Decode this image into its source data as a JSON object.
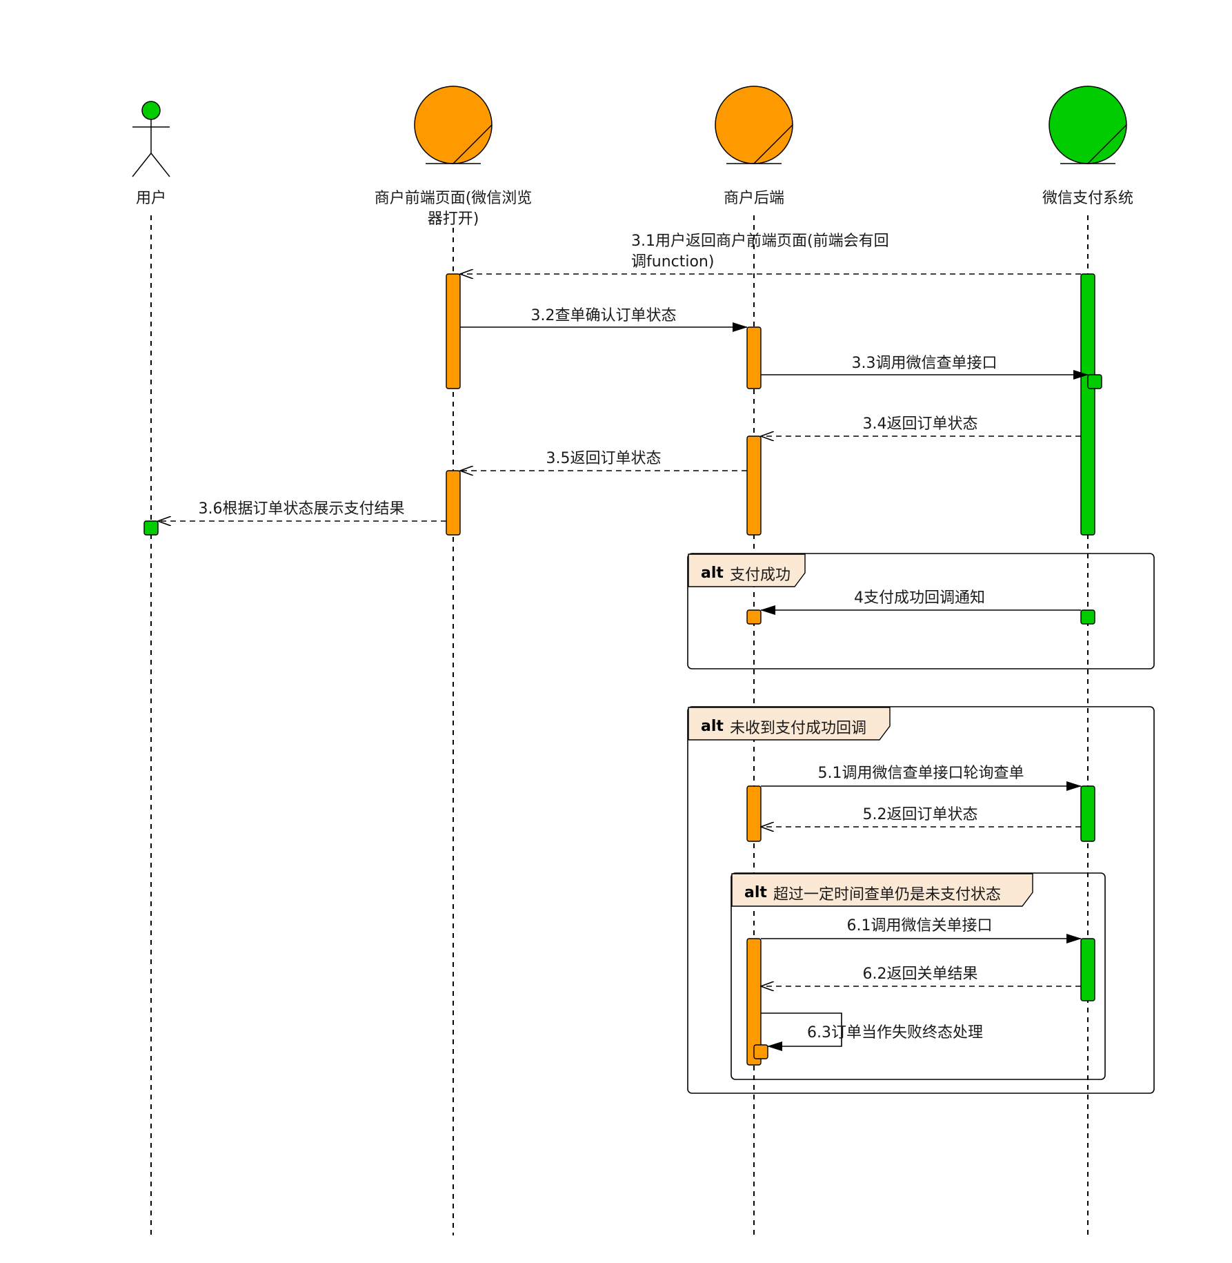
{
  "colors": {
    "orange": "#ff9900",
    "green": "#00cc00",
    "frame_fill": "#fbe9d6",
    "line": "#000000"
  },
  "participants": [
    {
      "id": "user",
      "label_lines": [
        "用户"
      ],
      "icon": "actor-icon",
      "color": "#00cc00"
    },
    {
      "id": "frontend",
      "label_lines": [
        "商户前端页面(微信浏览",
        "器打开)"
      ],
      "icon": "control-icon",
      "color": "#ff9900"
    },
    {
      "id": "backend",
      "label_lines": [
        "商户后端"
      ],
      "icon": "control-icon",
      "color": "#ff9900"
    },
    {
      "id": "wechat",
      "label_lines": [
        "微信支付系统"
      ],
      "icon": "control-icon",
      "color": "#00cc00"
    }
  ],
  "frames": [
    {
      "id": "alt-success",
      "keyword": "alt",
      "condition": "支付成功"
    },
    {
      "id": "alt-no-callback",
      "keyword": "alt",
      "condition": "未收到支付成功回调"
    },
    {
      "id": "alt-timeout",
      "keyword": "alt",
      "condition": "超过一定时间查单仍是未支付状态"
    }
  ],
  "messages": [
    {
      "id": "m31",
      "from": "wechat",
      "to": "frontend",
      "type": "return",
      "label_lines": [
        "3.1用户返回商户前端页面(前端会有回",
        "调function)"
      ]
    },
    {
      "id": "m32",
      "from": "frontend",
      "to": "backend",
      "type": "sync",
      "label_lines": [
        "3.2查单确认订单状态"
      ]
    },
    {
      "id": "m33",
      "from": "backend",
      "to": "wechat",
      "type": "sync",
      "label_lines": [
        "3.3调用微信查单接口"
      ]
    },
    {
      "id": "m34",
      "from": "wechat",
      "to": "backend",
      "type": "return",
      "label_lines": [
        "3.4返回订单状态"
      ]
    },
    {
      "id": "m35",
      "from": "backend",
      "to": "frontend",
      "type": "return",
      "label_lines": [
        "3.5返回订单状态"
      ]
    },
    {
      "id": "m36",
      "from": "frontend",
      "to": "user",
      "type": "return",
      "label_lines": [
        "3.6根据订单状态展示支付结果"
      ]
    },
    {
      "id": "m4",
      "from": "wechat",
      "to": "backend",
      "type": "sync",
      "label_lines": [
        "4支付成功回调通知"
      ]
    },
    {
      "id": "m51",
      "from": "backend",
      "to": "wechat",
      "type": "sync",
      "label_lines": [
        "5.1调用微信查单接口轮询查单"
      ]
    },
    {
      "id": "m52",
      "from": "wechat",
      "to": "backend",
      "type": "return",
      "label_lines": [
        "5.2返回订单状态"
      ]
    },
    {
      "id": "m61",
      "from": "backend",
      "to": "wechat",
      "type": "sync",
      "label_lines": [
        "6.1调用微信关单接口"
      ]
    },
    {
      "id": "m62",
      "from": "wechat",
      "to": "backend",
      "type": "return",
      "label_lines": [
        "6.2返回关单结果"
      ]
    },
    {
      "id": "m63",
      "from": "backend",
      "to": "backend",
      "type": "self",
      "label_lines": [
        "6.3订单当作失败终态处理"
      ]
    }
  ]
}
